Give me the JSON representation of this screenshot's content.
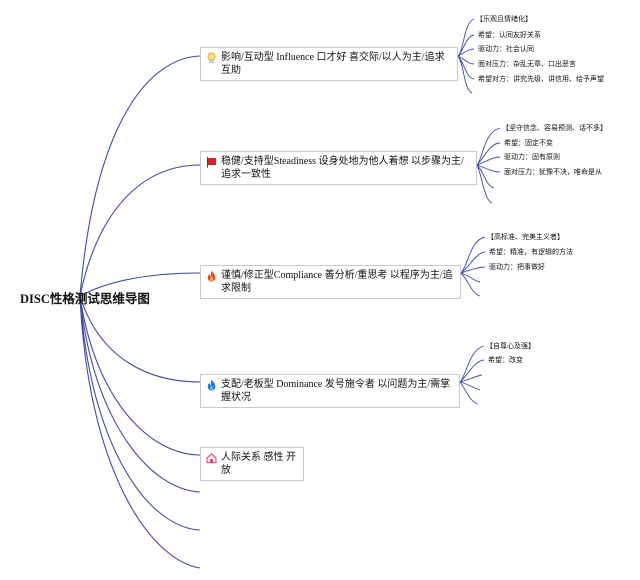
{
  "root": {
    "title": "DISC性格测试思维导图"
  },
  "branches": [
    {
      "label": "影响/互动型 Influence 口才好 喜交际/以人为主/追求互助",
      "icon": "lightbulb-icon",
      "details": [
        "【乐观且情绪化】",
        "希望：认同友好关系",
        "驱动力：社会认同",
        "面对压力：杂乱无章、口出恶言",
        "希望对方：讲究先级、讲信用、给予声望"
      ]
    },
    {
      "label": "稳健/支持型Steadiness 设身处地为他人着想 以步骤为主/追求一致性",
      "icon": "red-flag-icon",
      "details": [
        "【坚守信念、容易预测、话不多】",
        "希望：固定不变",
        "驱动力：固有原则",
        "面对压力：犹豫不决，唯命是从"
      ]
    },
    {
      "label": "谨慎/修正型Compliance 善分析/重思考 以程序为主/追求限制",
      "icon": "fire-icon",
      "details": [
        "【高标准、完美主义者】",
        "希望：精准，有逻辑的方法",
        "驱动力：把事做好"
      ]
    },
    {
      "label": "支配/老板型 Dominance 发号施令者 以问题为主/需掌握状况",
      "icon": "blue-flame-icon",
      "details": [
        "【自尊心及强】",
        "希望：改变"
      ]
    },
    {
      "label": "人际关系 感性 开放",
      "icon": "house-icon",
      "details": []
    }
  ],
  "colors": {
    "connector": "#3f4aa6",
    "node_border": "#c9c9cf"
  }
}
